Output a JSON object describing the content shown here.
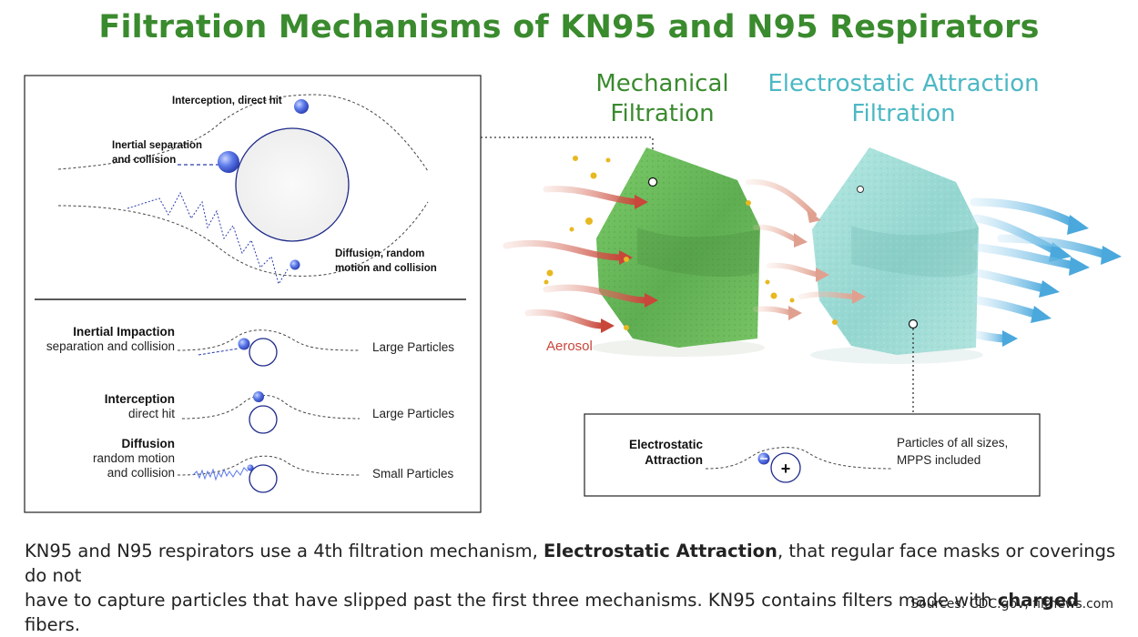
{
  "title": "Filtration Mechanisms of KN95 and N95 Respirators",
  "diagram": {
    "top_labels": {
      "interception": "Interception, direct hit",
      "inertial_line1": "Inertial separation",
      "inertial_line2": "and collision",
      "diffusion_line1": "Diffusion, random",
      "diffusion_line2": "motion and collision"
    },
    "rows": [
      {
        "heading": "Inertial Impaction",
        "sub1": "separation and collision",
        "sub2": "",
        "size": "Large Particles"
      },
      {
        "heading": "Interception",
        "sub1": "direct hit",
        "sub2": "",
        "size": "Large Particles"
      },
      {
        "heading": "Diffusion",
        "sub1": "random motion",
        "sub2": "and collision",
        "size": "Small Particles"
      }
    ]
  },
  "mechanical": {
    "line1": "Mechanical",
    "line2": "Filtration"
  },
  "electrostatic": {
    "line1": "Electrostatic Attraction",
    "line2": "Filtration"
  },
  "aerosol_label": "Aerosol",
  "electro_box": {
    "label_line1": "Electrostatic",
    "label_line2": "Attraction",
    "note_line1": "Particles of all sizes,",
    "note_line2": "MPPS included",
    "charge": "+"
  },
  "footer": {
    "line1_part1": "KN95 and N95 respirators use a 4th filtration mechanism, ",
    "line1_bold": "Electrostatic Attraction",
    "line1_part2": ", that regular face masks or coverings do not",
    "line2_part1": "have to capture particles that have slipped past the first three mechanisms. KN95 contains filters made with ",
    "line2_bold": "charged",
    "line2_part2": " fibers."
  },
  "sources": "Sources: CDC.gov, filtnews.com",
  "colors": {
    "title_green": "#3a8a2e",
    "teal": "#4cb8c4",
    "aerosol_red": "#c8463a",
    "particle_blue": "#4a64d8",
    "mask_green": "#72c462",
    "mask_teal": "#a8e0dc",
    "arrow_blue": "#5ab2e0",
    "dot_yellow": "#e8b820"
  }
}
